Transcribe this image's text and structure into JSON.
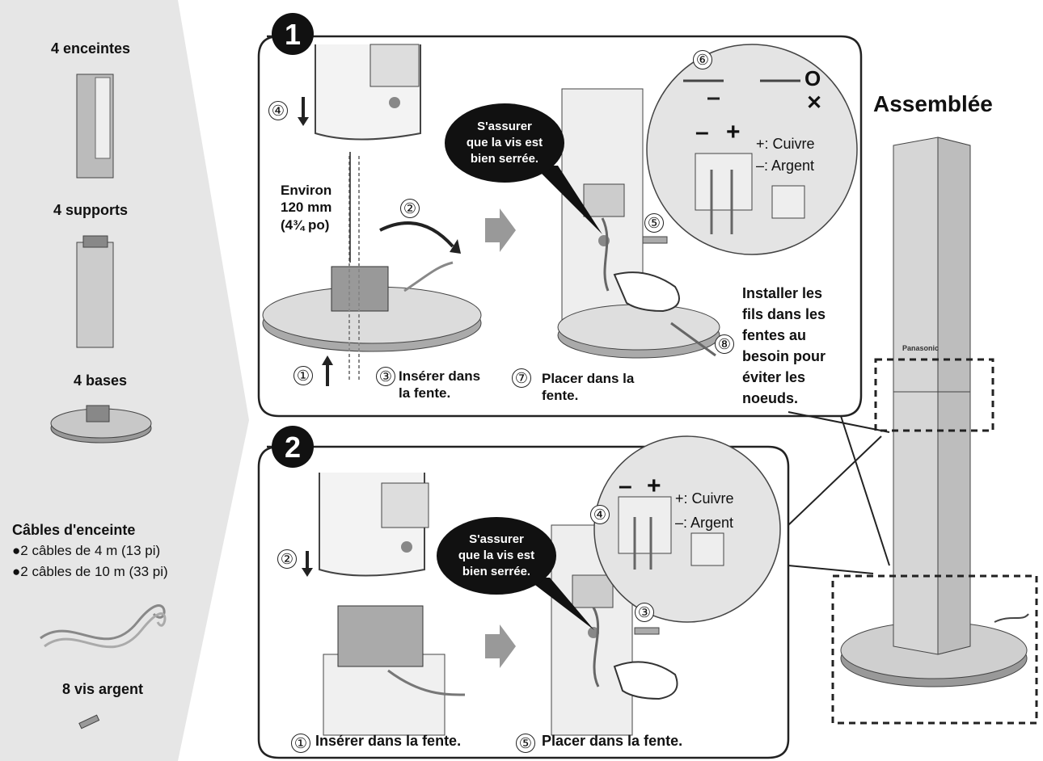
{
  "parts": {
    "speakers": "4 enceintes",
    "supports": "4 supports",
    "bases": "4 bases",
    "cables_title": "Câbles d'enceinte",
    "cables_item1": "●2 câbles de 4 m (13 pi)",
    "cables_item2": "●2 câbles de 10 m (33 pi)",
    "screws": "8 vis argent"
  },
  "step1": {
    "badge": "1",
    "distance_line1": "Environ",
    "distance_line2": "120 mm",
    "distance_line3": "(4¾ po)",
    "n1": "①",
    "n2": "②",
    "n3": "③",
    "n4": "④",
    "n5": "⑤",
    "n6": "⑥",
    "n7": "⑦",
    "n8": "⑧",
    "insert_line1": "Insérer dans",
    "insert_line2": "la fente.",
    "place_line1": "Placer dans la",
    "place_line2": "fente.",
    "bubble_line1": "S'assurer",
    "bubble_line2": "que la vis est",
    "bubble_line3": "bien serrée.",
    "minus": "–",
    "plus": "+",
    "copper": "+: Cuivre",
    "silver": "–: Argent",
    "ok_mark": "O",
    "ng_mark": "✕",
    "note_line1": "Installer les",
    "note_line2": "fils dans les",
    "note_line3": "fentes au",
    "note_line4": "besoin pour",
    "note_line5": "éviter les",
    "note_line6": "noeuds."
  },
  "step2": {
    "badge": "2",
    "n1": "①",
    "n2": "②",
    "n3": "③",
    "n4": "④",
    "n5": "⑤",
    "bubble_line1": "S'assurer",
    "bubble_line2": "que la vis est",
    "bubble_line3": "bien serrée.",
    "minus": "–",
    "plus": "+",
    "copper": "+: Cuivre",
    "silver": "–: Argent",
    "insert": "Insérer dans la fente.",
    "place": "Placer dans la fente."
  },
  "assembled": {
    "title": "Assemblée",
    "brand": "Panasonic"
  }
}
